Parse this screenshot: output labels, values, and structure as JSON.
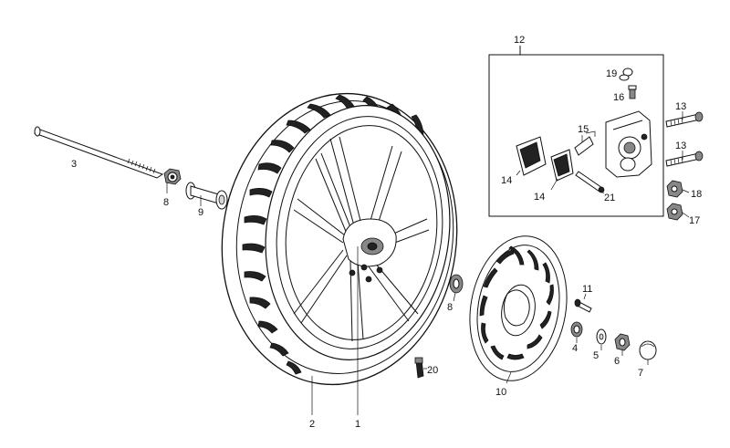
{
  "diagram": {
    "callouts": {
      "c1": "1",
      "c2": "2",
      "c3": "3",
      "c4": "4",
      "c5": "5",
      "c6": "6",
      "c7": "7",
      "c8a": "8",
      "c8b": "8",
      "c9": "9",
      "c10": "10",
      "c11": "11",
      "c12": "12",
      "c13a": "13",
      "c13b": "13",
      "c14a": "14",
      "c14b": "14",
      "c15": "15",
      "c16": "16",
      "c17": "17",
      "c18": "18",
      "c19": "19",
      "c20": "20",
      "c21": "21"
    }
  }
}
